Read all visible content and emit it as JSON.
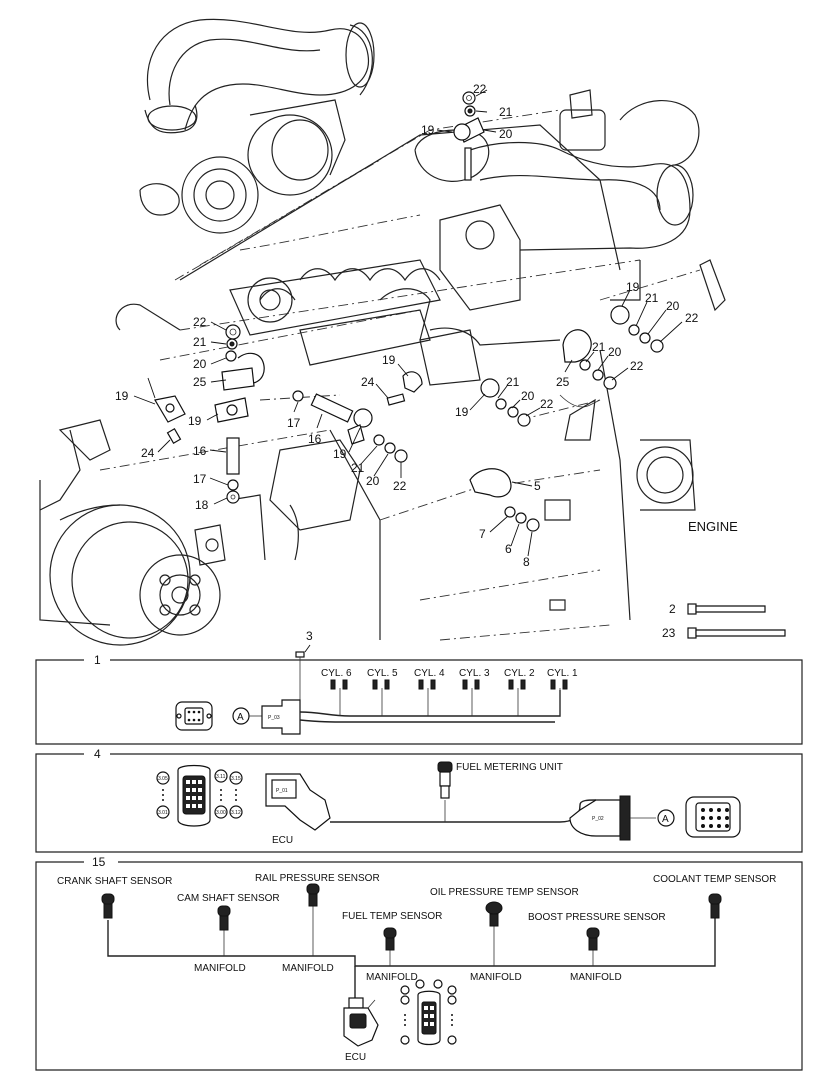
{
  "engine_label": "ENGINE",
  "callouts": {
    "c1": "1",
    "c2": "2",
    "c3": "3",
    "c4": "4",
    "c5": "5",
    "c6": "6",
    "c7": "7",
    "c8": "8",
    "c15": "15",
    "c16": "16",
    "c17": "17",
    "c18": "18",
    "c19": "19",
    "c20": "20",
    "c21": "21",
    "c22": "22",
    "c23": "23",
    "c24": "24",
    "c25": "25"
  },
  "harness_1": {
    "cylinders": [
      "CYL. 6",
      "CYL. 5",
      "CYL. 4",
      "CYL. 3",
      "CYL. 2",
      "CYL. 1"
    ],
    "connector_ref": "A",
    "plug_label": "P_03"
  },
  "harness_4": {
    "fuel_metering_unit": "FUEL METERING UNIT",
    "ecu": "ECU",
    "connector_ref": "A",
    "plug_p01": "P_01",
    "plug_p02": "P_02",
    "pin_labels": [
      "3.05",
      "3.01",
      "3.11",
      "3.15",
      "3.00",
      "3.12"
    ]
  },
  "harness_15": {
    "crank_shaft_sensor": "CRANK SHAFT SENSOR",
    "cam_shaft_sensor": "CAM SHAFT SENSOR",
    "rail_pressure_sensor": "RAIL PRESSURE SENSOR",
    "fuel_temp_sensor": "FUEL TEMP SENSOR",
    "oil_pressure_temp_sensor": "OIL PRESSURE TEMP SENSOR",
    "boost_pressure_sensor": "BOOST PRESSURE SENSOR",
    "coolant_temp_sensor": "COOLANT TEMP SENSOR",
    "manifold": "MANIFOLD",
    "ecu": "ECU"
  }
}
